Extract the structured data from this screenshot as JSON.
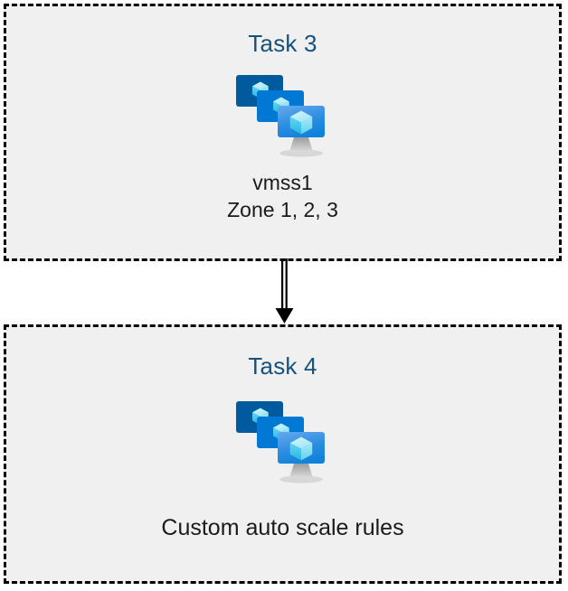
{
  "diagram": {
    "background_color": "#ffffff",
    "box_fill": "#f0f0f0",
    "box_border_color": "#000000",
    "title_color": "#15537e",
    "label_color": "#1b1b1b",
    "boxes": [
      {
        "id": "task-3",
        "title": "Task 3",
        "icon": "vmss-stacked-monitors-icon",
        "labels": [
          "vmss1",
          "Zone 1, 2, 3"
        ]
      },
      {
        "id": "task-4",
        "title": "Task 4",
        "icon": "vmss-stacked-monitors-icon",
        "labels": [
          "Custom auto scale rules"
        ]
      }
    ],
    "connector": {
      "name": "arrow-task3-to-task4",
      "style": "double-line-with-filled-arrowhead",
      "direction": "down",
      "color": "#000000"
    },
    "icon_colors": {
      "monitor_back": "#005a9e",
      "monitor_mid": "#0078d4",
      "monitor_front_top": "#5ca0e8",
      "monitor_front_bottom": "#0f82d9",
      "cube_light": "#c3f1fb",
      "cube_mid": "#50d9f5",
      "cube_dark": "#32bce6",
      "stand": "#b3b3b3"
    }
  }
}
